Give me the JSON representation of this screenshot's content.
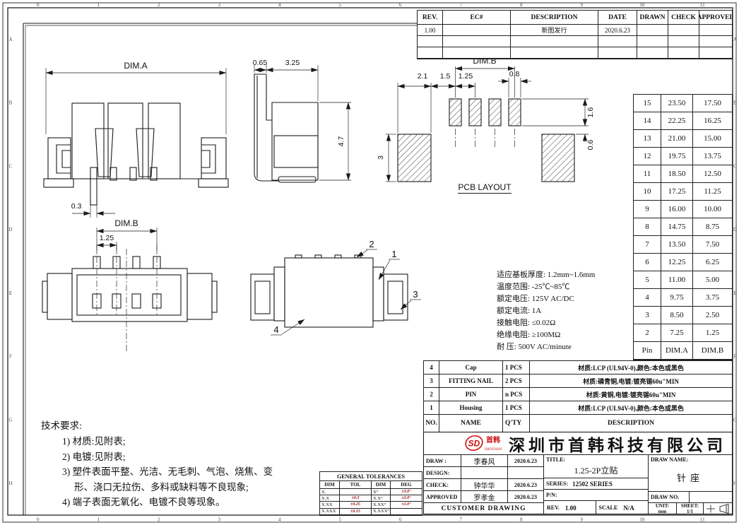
{
  "colors": {
    "line": "#1a1a1a",
    "logo_red": "#cc1111",
    "tolerance_red": "#8b0000"
  },
  "zones": {
    "top": [
      "0",
      "1",
      "2",
      "3",
      "4",
      "5",
      "6",
      "7",
      "8",
      "9",
      "10",
      "11"
    ],
    "bottom": [
      "0",
      "1",
      "2",
      "3",
      "4",
      "5",
      "6",
      "7",
      "8",
      "9",
      "10",
      "11"
    ],
    "left": [
      "A",
      "B",
      "C",
      "D",
      "E",
      "F",
      "G",
      "H"
    ],
    "right": [
      "A",
      "B",
      "C",
      "D",
      "E",
      "F",
      "G",
      "H"
    ]
  },
  "revision_table": {
    "headers": [
      "REV.",
      "EC#",
      "DESCRIPTION",
      "DATE",
      "DRAWN",
      "CHECK",
      "APPROVED"
    ],
    "rows": [
      [
        "1.00",
        "",
        "新图发行",
        "2020.6.23",
        "",
        "",
        ""
      ],
      [
        "",
        "",
        "",
        "",
        "",
        "",
        ""
      ],
      [
        "",
        "",
        "",
        "",
        "",
        "",
        ""
      ]
    ]
  },
  "pin_table": {
    "rows": [
      [
        "15",
        "23.50",
        "17.50"
      ],
      [
        "14",
        "22.25",
        "16.25"
      ],
      [
        "13",
        "21.00",
        "15.00"
      ],
      [
        "12",
        "19.75",
        "13.75"
      ],
      [
        "11",
        "18.50",
        "12.50"
      ],
      [
        "10",
        "17.25",
        "11.25"
      ],
      [
        "9",
        "16.00",
        "10.00"
      ],
      [
        "8",
        "14.75",
        "8.75"
      ],
      [
        "7",
        "13.50",
        "7.50"
      ],
      [
        "6",
        "12.25",
        "6.25"
      ],
      [
        "5",
        "11.00",
        "5.00"
      ],
      [
        "4",
        "9.75",
        "3.75"
      ],
      [
        "3",
        "8.50",
        "2.50"
      ],
      [
        "2",
        "7.25",
        "1.25"
      ]
    ],
    "footer": [
      "Pin",
      "DIM.A",
      "DIM.B"
    ]
  },
  "specs": {
    "lines": [
      "适应基板厚度: 1.2mm~1.6mm",
      "温度范围: -25℃~85℃",
      "额定电压: 125V  AC/DC",
      "额定电流: 1A",
      "接触电阻: ≤0.02Ω",
      "绝缘电阻: ≥100MΩ",
      "耐  压: 500V  AC/minute"
    ]
  },
  "parts_table": {
    "headers": [
      "NO.",
      "NAME",
      "Q'TY",
      "DESCRIPTION"
    ],
    "rows": [
      [
        "4",
        "Cap",
        "1 PCS",
        "材质:LCP (UL94V-0),颜色:本色或黑色"
      ],
      [
        "3",
        "FITTING NAIL",
        "2 PCS",
        "材质:磷青铜,电镀:镀亮锡60u\"MIN"
      ],
      [
        "2",
        "PIN",
        "n PCS",
        "材质:黄铜,电镀:镀亮锡60u\"MIN"
      ],
      [
        "1",
        "Housing",
        "1 PCS",
        "材质:LCP (UL94V-0),颜色:本色或黑色"
      ]
    ]
  },
  "tech_req": {
    "title": "技术要求:",
    "items": [
      "1) 材质:见附表;",
      "2) 电镀:见附表;",
      "3) 塑件表面平整、光洁、无毛刺、气泡、烧焦、变形、浇口无拉伤、多料或缺料等不良现象;",
      "4) 端子表面无氧化、电镀不良等现象。"
    ]
  },
  "tolerances": {
    "title": "GENERAL TOLERANCES",
    "headers": [
      "DIM",
      "TOL",
      "DIM",
      "DEG"
    ],
    "rows": [
      [
        "X.",
        "",
        "X°",
        "±3.0°"
      ],
      [
        "X.X",
        "±0.3",
        "X.X°",
        "±2.0°"
      ],
      [
        "X.XX",
        "±0.25",
        "X.XX°",
        "±1.0°"
      ],
      [
        "X.XXX",
        "±0.15",
        "X.XXX°",
        ""
      ]
    ]
  },
  "title_block": {
    "company": "深圳市首韩科技有限公司",
    "logo": {
      "monogram": "SD",
      "cn": "首韩",
      "en": "SHOUHAN"
    },
    "rows": {
      "draw_label": "DRAW :",
      "draw_person": "李春风",
      "draw_date": "2020.6.23",
      "design_label": "DESIGN:",
      "design_person": "",
      "design_date": "",
      "check_label": "CHECK:",
      "check_person": "钟华华",
      "check_date": "2020.6.23",
      "approved_label": "APPROVED",
      "approved_person": "罗孝金",
      "approved_date": "2020.6.23",
      "footer": "CUSTOMER DRAWING"
    },
    "title_label": "TITLE:",
    "title_value": "1.25-2P立贴",
    "series_label": "SERIES:",
    "series_value": "12502 SERIES",
    "pn_label": "P/N:",
    "rev_label": "REV.",
    "rev_value": "1.00",
    "scale_label": "SCALE",
    "scale_value": "N/A",
    "draw_name_label": "DRAW NAME:",
    "draw_name_value": "针座",
    "draw_no_label": "DRAW NO.",
    "unit_label": "UNIT:",
    "unit_value": "mm",
    "sheet_label": "SHEET:",
    "sheet_value": "1/1"
  },
  "views": {
    "front": {
      "dim_width": "DIM.A",
      "dim_pin": "0.3"
    },
    "side": {
      "dim_flange": "0.65",
      "dim_depth": "3.25",
      "dim_height": "4.7"
    },
    "pcb": {
      "title": "PCB LAYOUT",
      "dim_span": "DIM.B",
      "dim_pad_left": "2.1",
      "dim_gap": "1.5",
      "dim_pitch": "1.25",
      "dim_pad_w": "0.8",
      "dim_pad_h": "1.6",
      "dim_gap_v": "0.6",
      "dim_pad_left_h": "3"
    },
    "top": {
      "dim_span": "DIM.B",
      "dim_pitch": "1.25"
    },
    "assembly": {
      "callout_1": "1",
      "callout_2": "2",
      "callout_3": "3",
      "callout_4": "4"
    }
  }
}
